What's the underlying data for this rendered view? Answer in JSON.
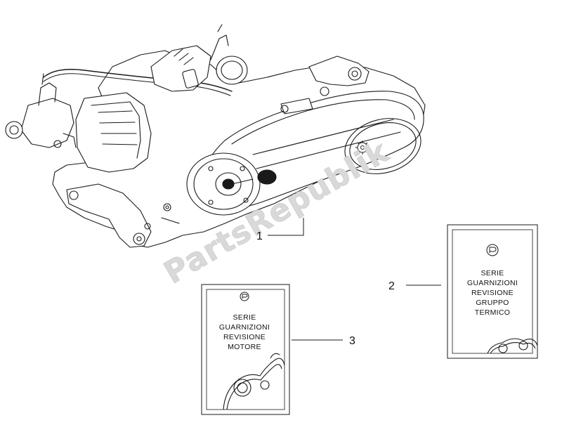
{
  "watermark": "PartsRepublik",
  "parts": [
    {
      "ref": "1"
    },
    {
      "ref": "2",
      "label_lines": [
        "SERIE",
        "GUARNIZIONI",
        "REVISIONE",
        "GRUPPO",
        "TERMICO"
      ]
    },
    {
      "ref": "3",
      "label_lines": [
        "SERIE",
        "GUARNIZIONI",
        "REVISIONE",
        "MOTORE"
      ]
    }
  ],
  "colors": {
    "line": "#1a1a1a",
    "watermark": "#d9d9d9"
  }
}
